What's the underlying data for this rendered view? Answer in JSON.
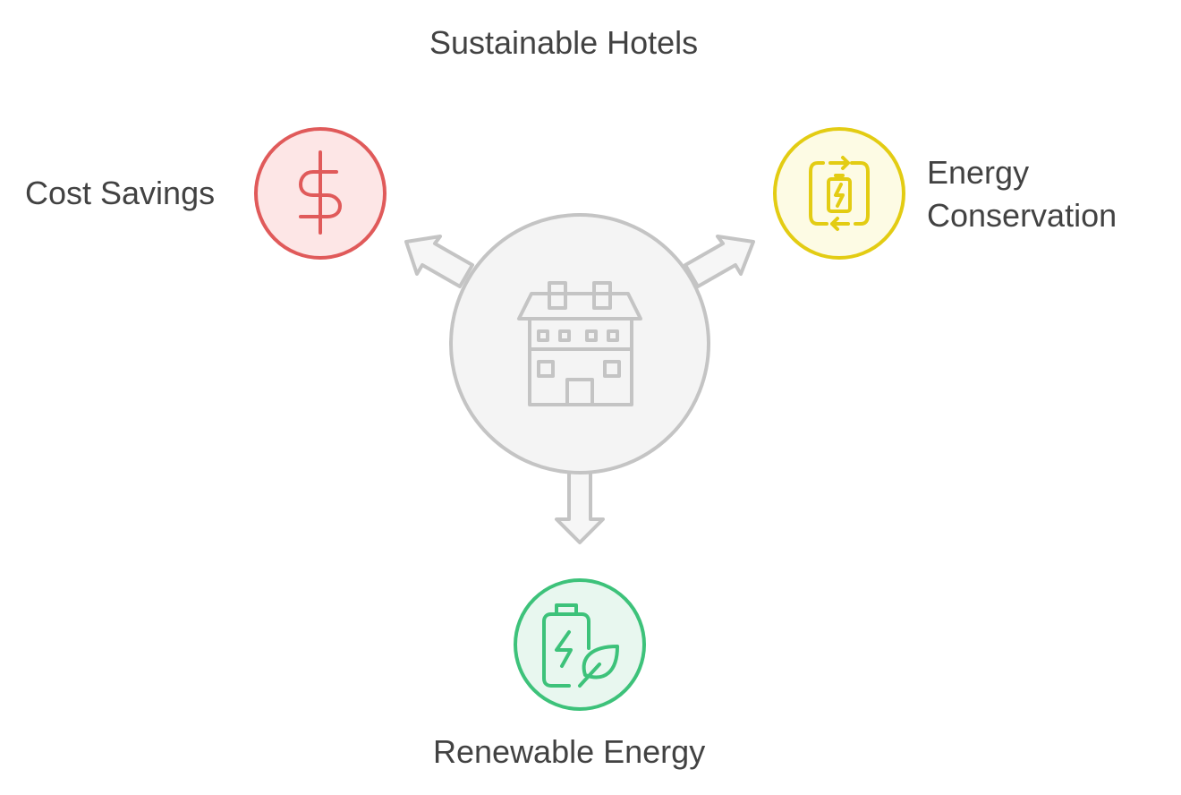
{
  "title": "Sustainable Hotels",
  "center": {
    "icon": "hotel-building-icon",
    "fill": "#f4f4f4",
    "stroke": "#c4c4c4"
  },
  "branches": [
    {
      "id": "cost-savings",
      "lines": [
        "Cost Savings"
      ],
      "icon": "dollar-sign-icon",
      "fill": "#fde6e6",
      "stroke": "#e05a5a"
    },
    {
      "id": "energy-conservation",
      "lines": [
        "Energy",
        "Conservation"
      ],
      "icon": "battery-cycle-icon",
      "fill": "#fdfbe4",
      "stroke": "#e3cc13"
    },
    {
      "id": "renewable-energy",
      "lines": [
        "Renewable Energy"
      ],
      "icon": "battery-leaf-icon",
      "fill": "#e8f7ef",
      "stroke": "#3dc27a"
    }
  ],
  "arrow_color": "#c4c4c4"
}
